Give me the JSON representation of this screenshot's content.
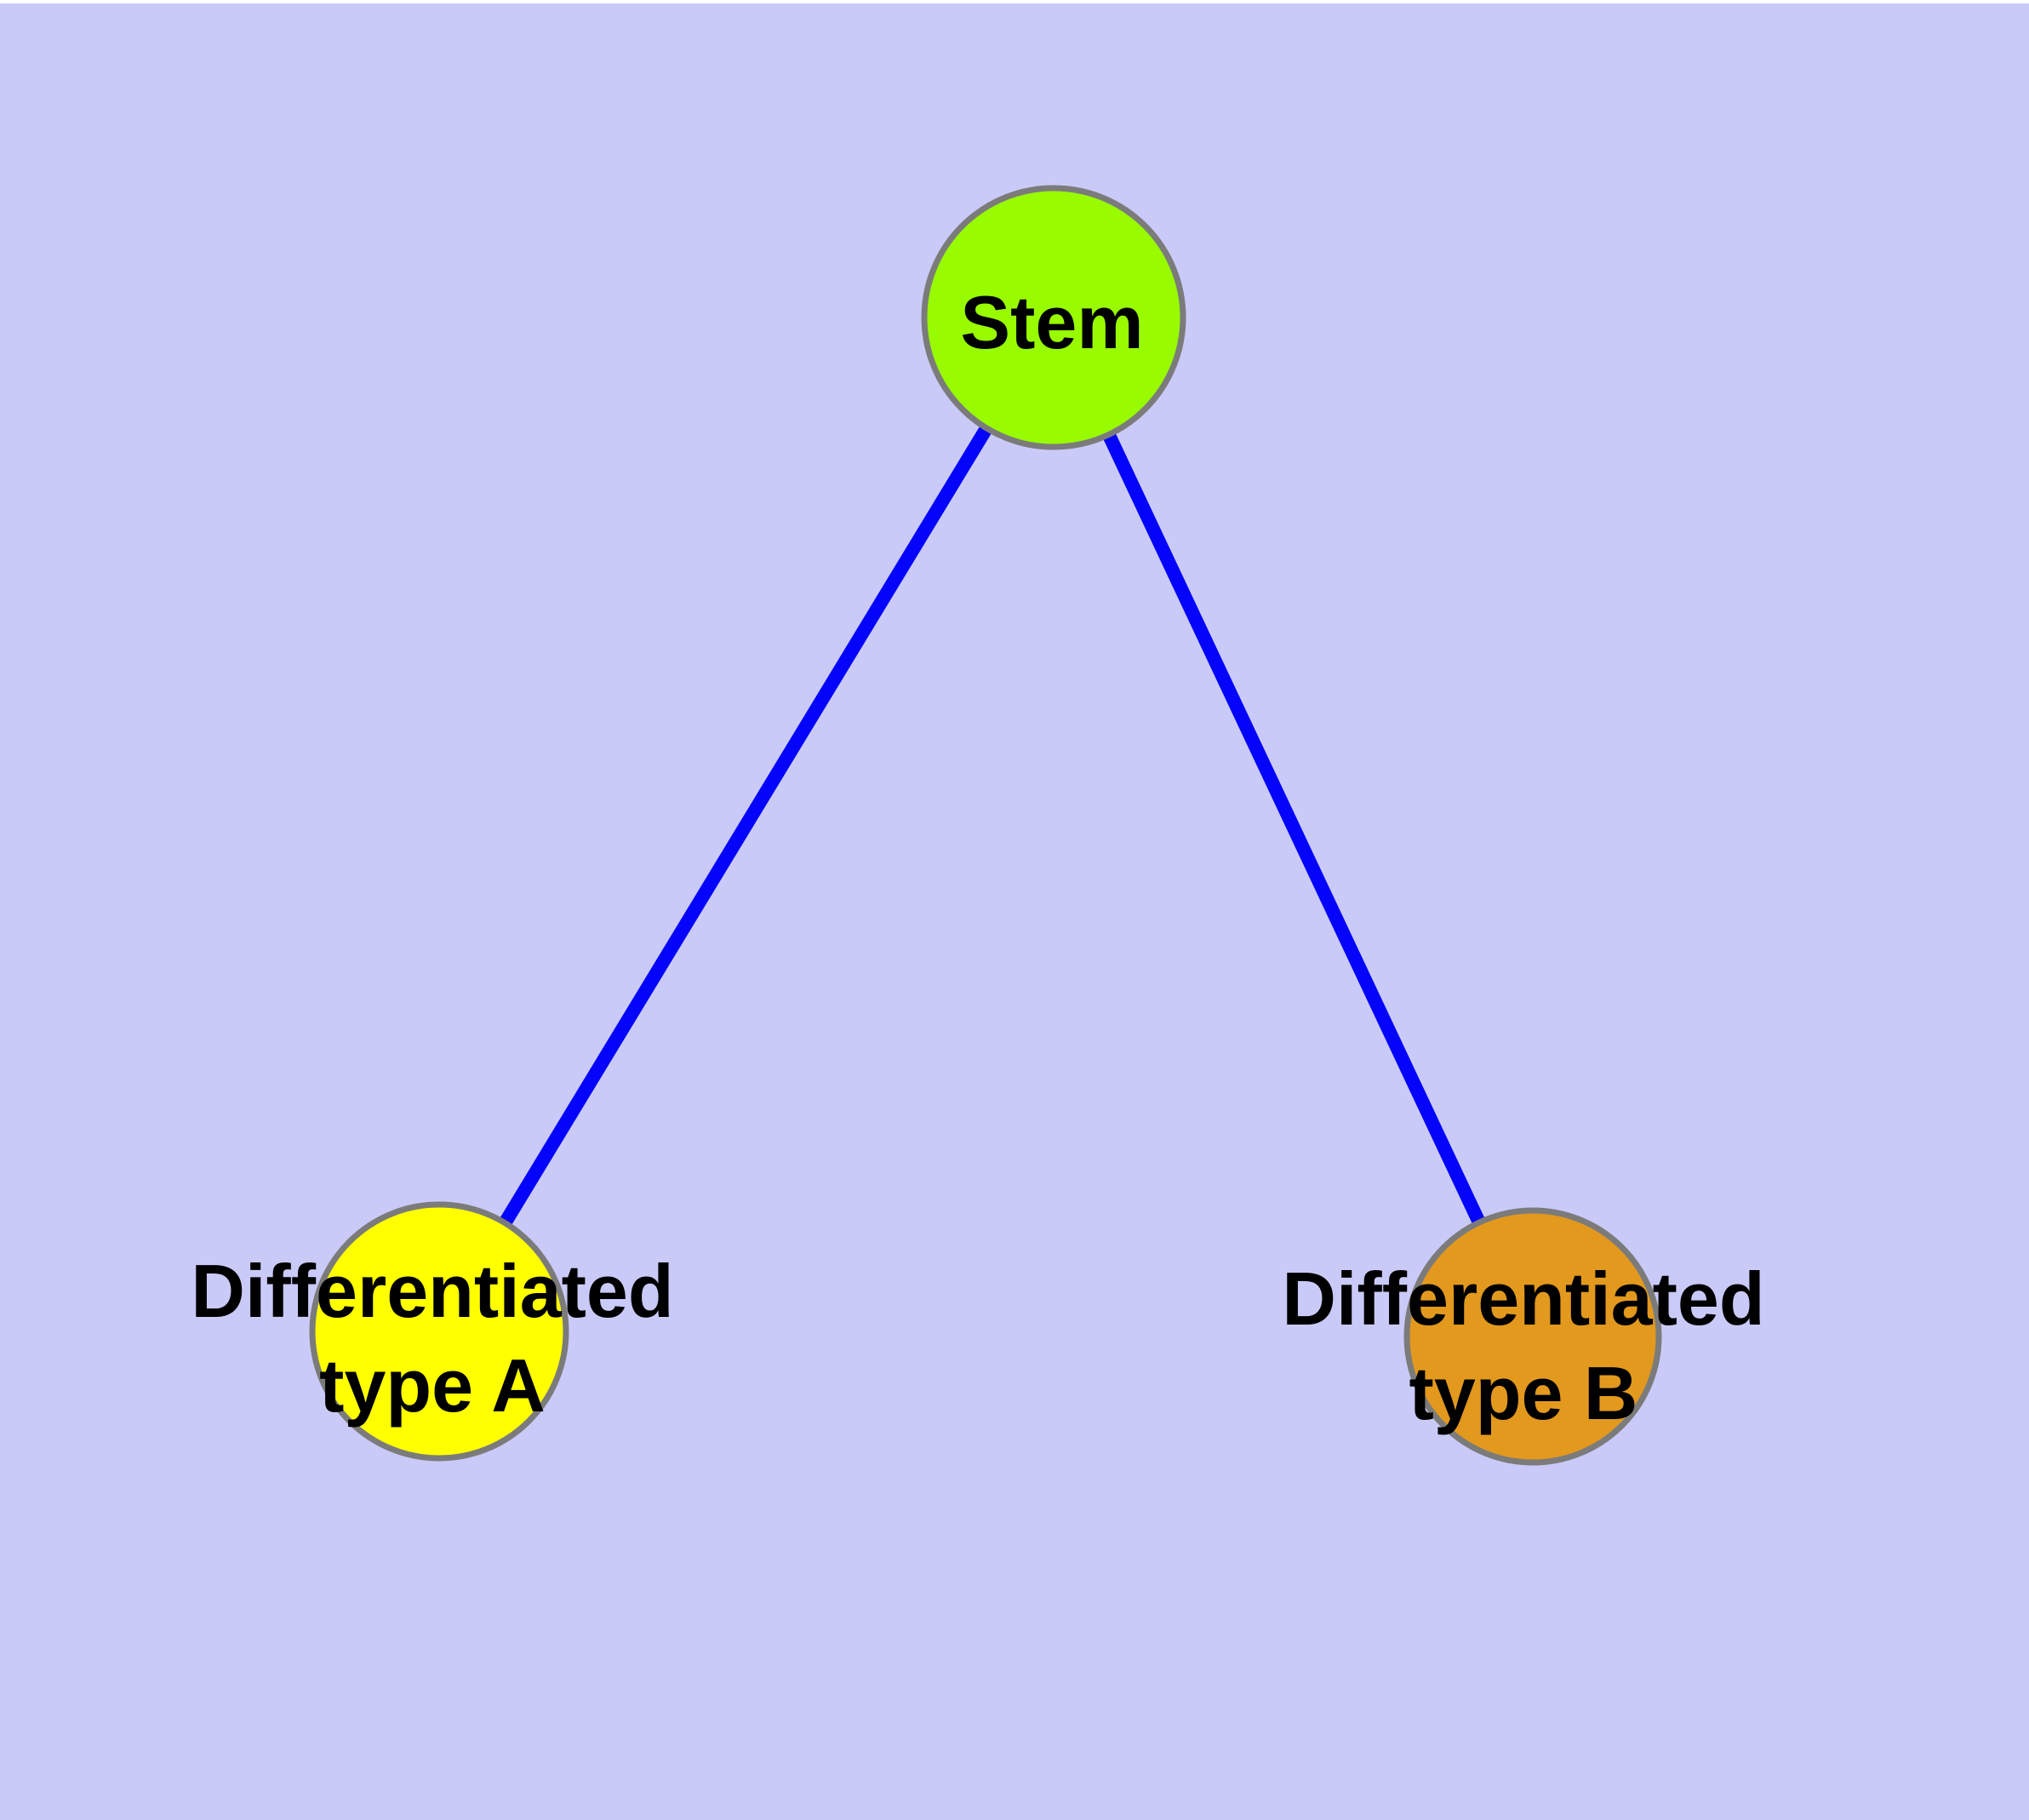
{
  "diagram": {
    "type": "graph",
    "description": "Cell differentiation hierarchy: one stem node branching to two differentiated cell type nodes",
    "colors": {
      "background": "#cacaf8",
      "edge": "#0404fa",
      "node_border": "#7b7b7b",
      "label": "#000000"
    },
    "nodes": [
      {
        "id": "stem",
        "label_lines": [
          "Stem"
        ],
        "fill": "#98fb00"
      },
      {
        "id": "type-a",
        "label_lines": [
          "Differentiated",
          "type A"
        ],
        "fill": "#ffff00"
      },
      {
        "id": "type-b",
        "label_lines": [
          "Differentiated",
          "type B"
        ],
        "fill": "#e2991e"
      }
    ],
    "edges": [
      {
        "from": "stem",
        "to": "type-a"
      },
      {
        "from": "stem",
        "to": "type-b"
      }
    ]
  }
}
